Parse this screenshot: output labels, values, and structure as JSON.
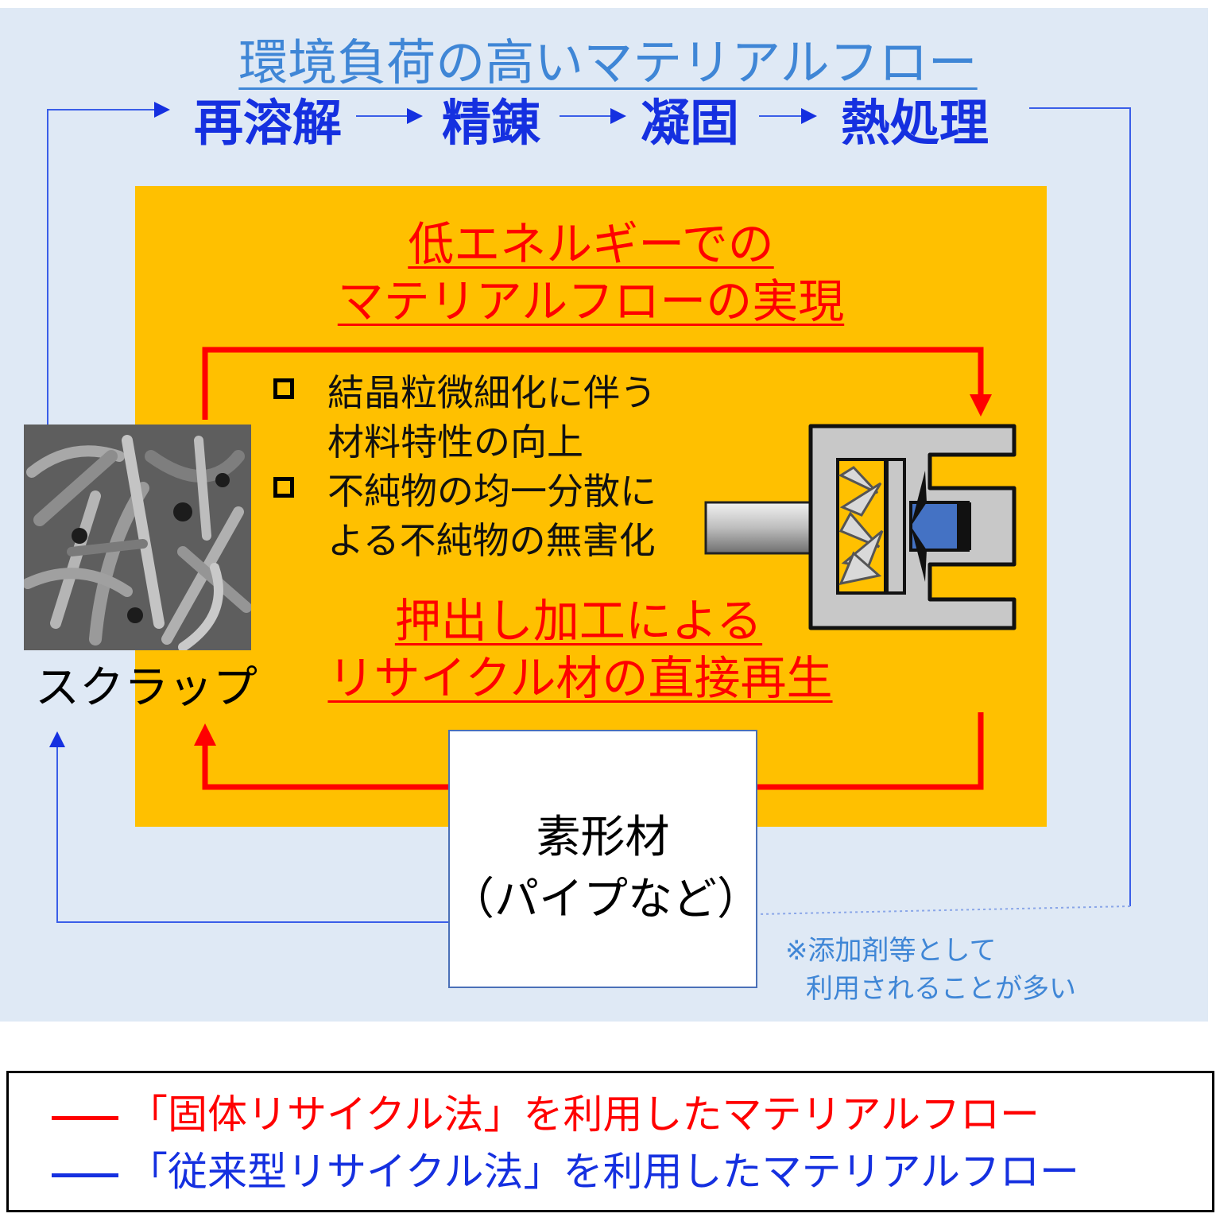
{
  "diagram": {
    "title": "環境負荷の高いマテリアルフロー",
    "steps": [
      "再溶解",
      "精錬",
      "凝固",
      "熱処理"
    ],
    "orange_title_line1": "低エネルギーでの",
    "orange_title_line2": "マテリアルフローの実現",
    "bullets": [
      {
        "line1": "結晶粒微細化に伴う",
        "line2": "材料特性の向上"
      },
      {
        "line1": "不純物の均一分散に",
        "line2": "よる不純物の無害化"
      }
    ],
    "process_line1": "押出し加工による",
    "process_line2": "リサイクル材の直接再生",
    "scrap_label": "スクラップ",
    "product_line1": "素形材",
    "product_line2": "（パイプなど）",
    "note_line1": "※添加剤等として",
    "note_line2": "利用されることが多い",
    "colors": {
      "solid_flow": "#ff0000",
      "conventional_flow": "#1530e0",
      "panel": "#dfe9f5",
      "highlight": "#ffc000"
    }
  },
  "legend": {
    "items": [
      {
        "text": "「固体リサイクル法」を利用したマテリアルフロー",
        "color": "#ff0000"
      },
      {
        "text": "「従来型リサイクル法」を利用したマテリアルフロー",
        "color": "#1530e0"
      }
    ]
  }
}
